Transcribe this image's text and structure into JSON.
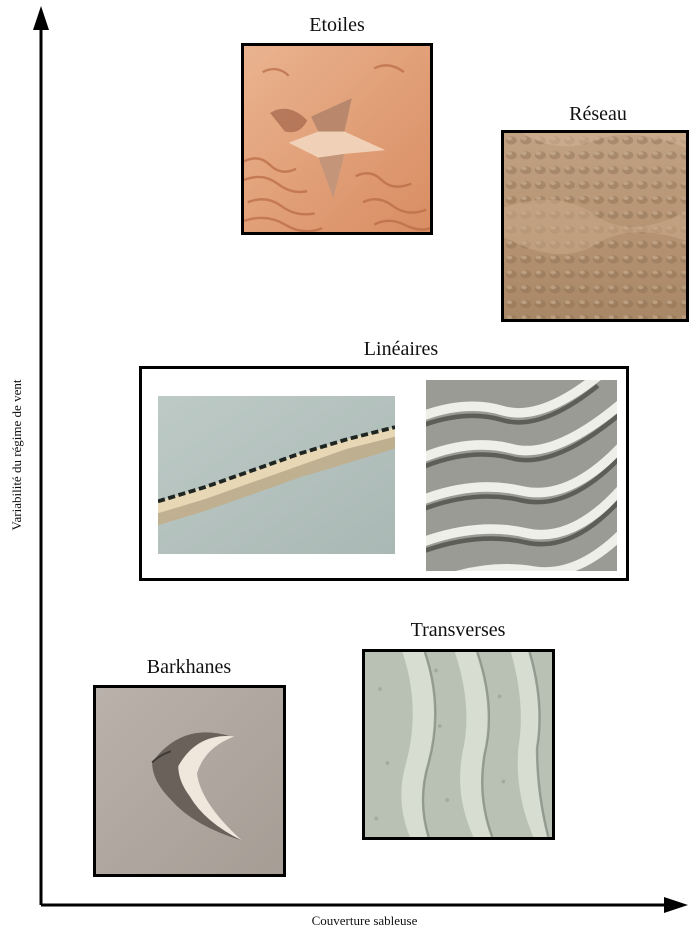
{
  "axes": {
    "x_label": "Couverture sableuse",
    "y_label": "Variabilité du régime de vent"
  },
  "categories": {
    "etoiles": "Etoiles",
    "reseau": "Réseau",
    "lineaires": "Linéaires",
    "transverses": "Transverses",
    "barkhanes": "Barkhanes"
  }
}
